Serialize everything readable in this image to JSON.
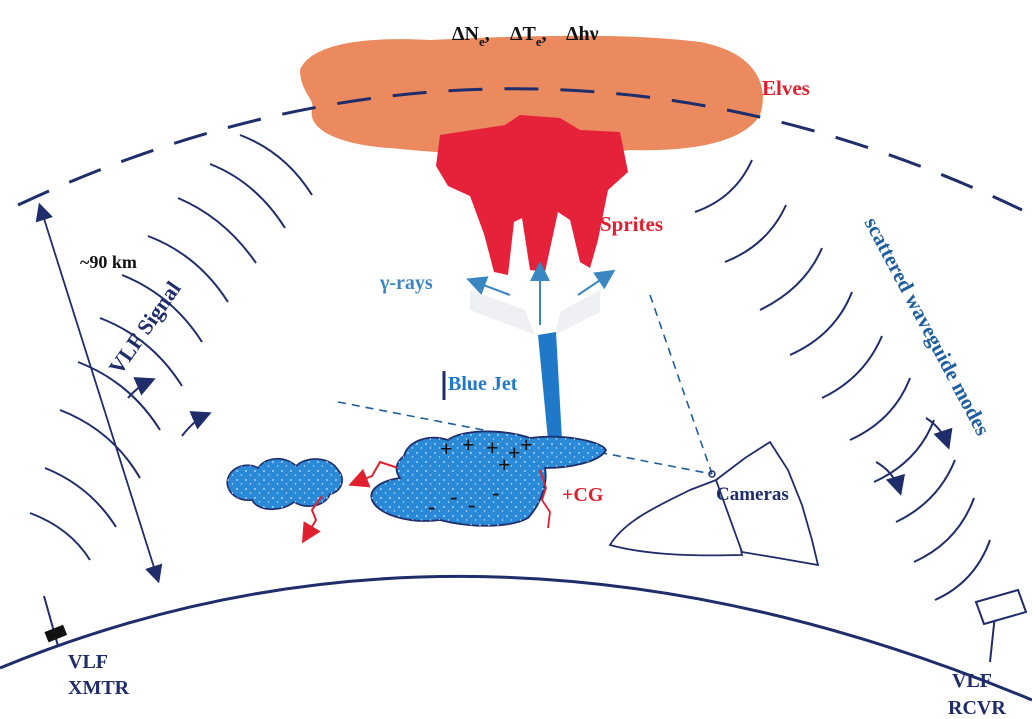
{
  "labels": {
    "delta_n": "ΔN",
    "delta_n_sub": "e",
    "delta_t": "ΔT",
    "delta_t_sub": "e",
    "delta_hv": "Δhν",
    "sep": ",",
    "elves": "Elves",
    "sprites": "Sprites",
    "gamma_rays": "γ-rays",
    "blue_jet": "Blue Jet",
    "altitude": "~90 km",
    "vlf_signal": "VLF Signal",
    "scattered_modes": "scattered waveguide modes",
    "plus_cg": "+CG",
    "cameras": "Cameras",
    "xmtr_line1": "VLF",
    "xmtr_line2": "XMTR",
    "rcvr_line1": "VLF",
    "rcvr_line2": "RCVR",
    "plus": "+",
    "minus": "-"
  },
  "colors": {
    "navy": "#1f2d6b",
    "red": "#e0202f",
    "elves": "#ec8a5f",
    "blue": "#1f79c8",
    "cloud": "#2a8ad8",
    "gamma": "#3a86c0"
  }
}
